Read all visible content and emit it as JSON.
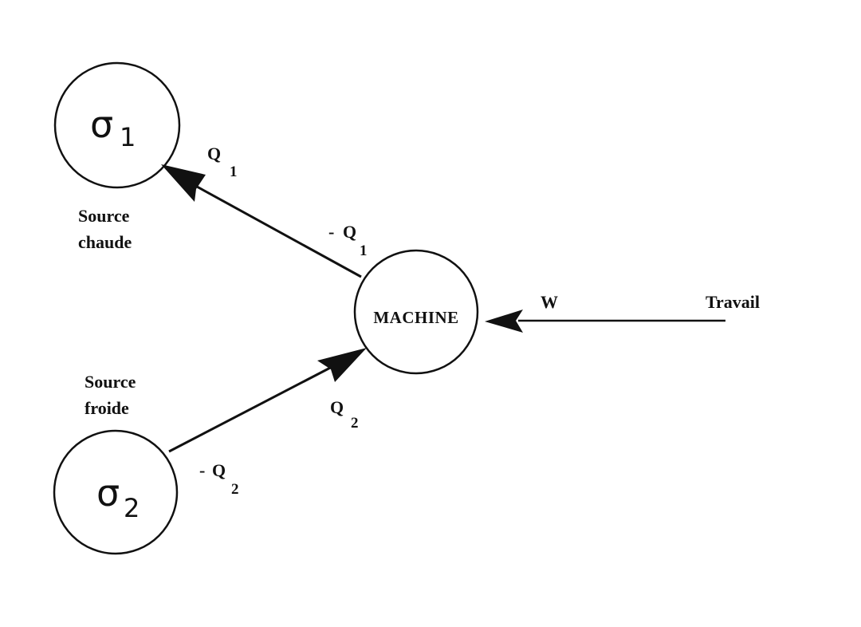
{
  "nodes": {
    "hot": {
      "symbol": "σ",
      "subscript": "1",
      "caption_line1": "Source",
      "caption_line2": "chaude"
    },
    "cold": {
      "symbol": "σ",
      "subscript": "2",
      "caption_line1": "Source",
      "caption_line2": "froide"
    },
    "machine": {
      "label": "MACHINE"
    }
  },
  "flows": {
    "q1": {
      "sign": "",
      "symbol": "Q",
      "subscript": "1"
    },
    "minus_q1": {
      "sign": "-",
      "symbol": "Q",
      "subscript": "1"
    },
    "q2": {
      "sign": "",
      "symbol": "Q",
      "subscript": "2"
    },
    "minus_q2": {
      "sign": "-",
      "symbol": "Q",
      "subscript": "2"
    },
    "w": {
      "label": "W"
    },
    "work": {
      "label": "Travail"
    }
  }
}
